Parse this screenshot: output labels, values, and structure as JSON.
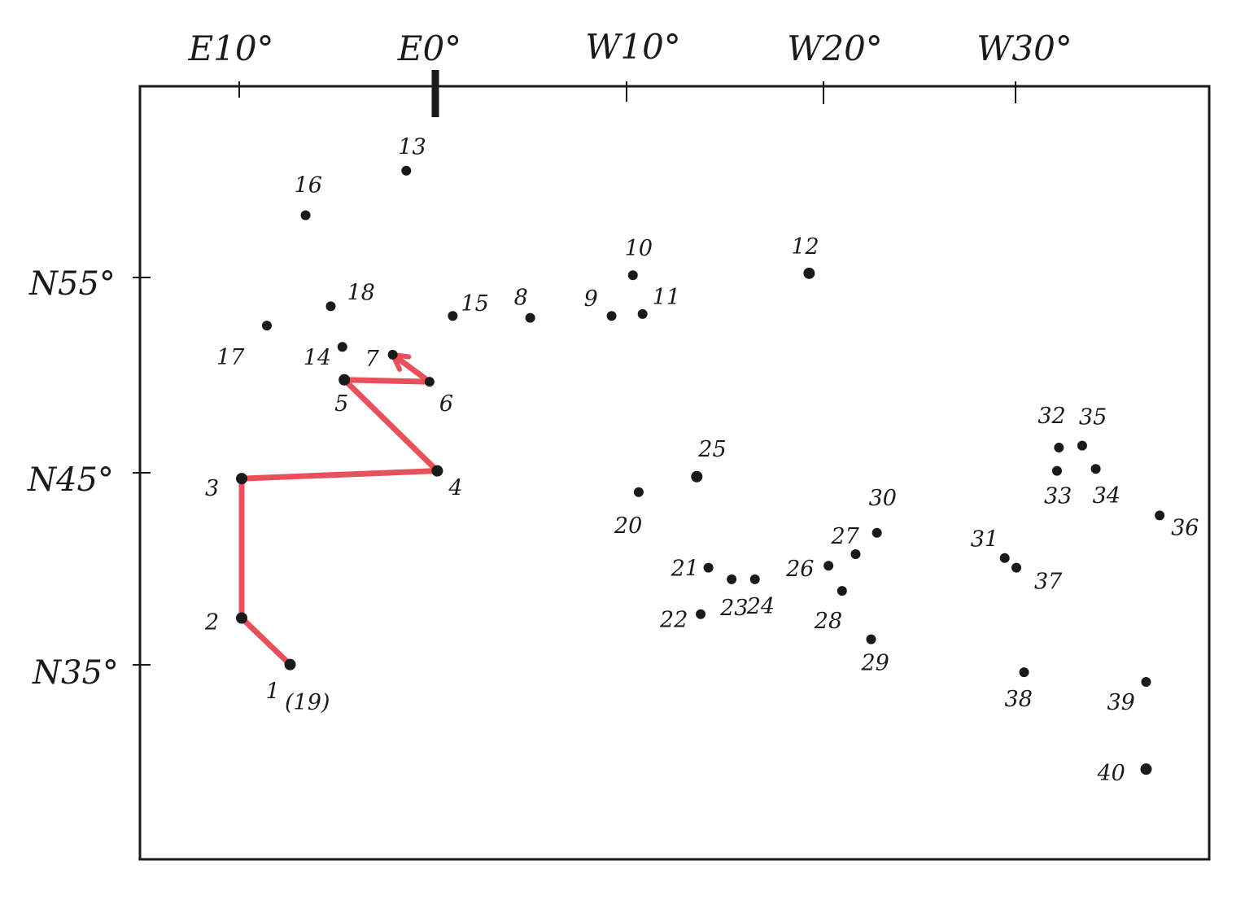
{
  "colors": {
    "ink": "#1a1a1a",
    "route": "#e8505b",
    "paper": "#ffffff"
  },
  "axes": {
    "longitude_labels": [
      "E10°",
      "E0°",
      "W10°",
      "W20°",
      "W30°"
    ],
    "latitude_labels": [
      "N55°",
      "N45°",
      "N35°"
    ]
  },
  "chart_data": {
    "type": "scatter",
    "x_unit": "degrees longitude (east positive)",
    "y_unit": "degrees latitude (north)",
    "xlim": [
      15,
      -40
    ],
    "ylim": [
      25,
      65
    ],
    "grid": false,
    "points": [
      {
        "id": "1",
        "label": "1",
        "lon": 7.5,
        "lat": 35.1
      },
      {
        "id": "2",
        "label": "2",
        "lon": 10.0,
        "lat": 37.5
      },
      {
        "id": "3",
        "label": "3",
        "lon": 10.0,
        "lat": 44.7
      },
      {
        "id": "4",
        "label": "4",
        "lon": -0.1,
        "lat": 45.1
      },
      {
        "id": "5",
        "label": "5",
        "lon": 4.7,
        "lat": 49.8
      },
      {
        "id": "6",
        "label": "6",
        "lon": 0.3,
        "lat": 49.7
      },
      {
        "id": "7",
        "label": "7",
        "lon": 2.2,
        "lat": 51.1
      },
      {
        "id": "8",
        "label": "8",
        "lon": -4.9,
        "lat": 53.0
      },
      {
        "id": "9",
        "label": "9",
        "lon": -9.1,
        "lat": 53.1
      },
      {
        "id": "10",
        "label": "10",
        "lon": -10.2,
        "lat": 55.2
      },
      {
        "id": "11",
        "label": "11",
        "lon": -10.7,
        "lat": 53.2
      },
      {
        "id": "12",
        "label": "12",
        "lon": -19.3,
        "lat": 55.3
      },
      {
        "id": "13",
        "label": "13",
        "lon": 1.5,
        "lat": 60.6
      },
      {
        "id": "14",
        "label": "14",
        "lon": 4.8,
        "lat": 51.5
      },
      {
        "id": "15",
        "label": "15",
        "lon": -0.9,
        "lat": 53.1
      },
      {
        "id": "16",
        "label": "16",
        "lon": 6.7,
        "lat": 58.3
      },
      {
        "id": "17",
        "label": "17",
        "lon": 8.7,
        "lat": 52.6
      },
      {
        "id": "18",
        "label": "18",
        "lon": 5.4,
        "lat": 53.6
      },
      {
        "id": "20",
        "label": "20",
        "lon": -10.5,
        "lat": 44.0
      },
      {
        "id": "21",
        "label": "21",
        "lon": -14.1,
        "lat": 40.1
      },
      {
        "id": "22",
        "label": "22",
        "lon": -13.7,
        "lat": 37.7
      },
      {
        "id": "23",
        "label": "23",
        "lon": -15.3,
        "lat": 39.5
      },
      {
        "id": "24",
        "label": "24",
        "lon": -16.5,
        "lat": 39.5
      },
      {
        "id": "25",
        "label": "25",
        "lon": -13.5,
        "lat": 44.8
      },
      {
        "id": "26",
        "label": "26",
        "lon": -20.3,
        "lat": 40.2
      },
      {
        "id": "27",
        "label": "27",
        "lon": -21.7,
        "lat": 40.8
      },
      {
        "id": "28",
        "label": "28",
        "lon": -21.0,
        "lat": 38.9
      },
      {
        "id": "29",
        "label": "29",
        "lon": -22.5,
        "lat": 36.4
      },
      {
        "id": "30",
        "label": "30",
        "lon": -22.8,
        "lat": 41.9
      },
      {
        "id": "31",
        "label": "31",
        "lon": -29.4,
        "lat": 40.6
      },
      {
        "id": "32",
        "label": "32",
        "lon": -32.2,
        "lat": 46.3
      },
      {
        "id": "33",
        "label": "33",
        "lon": -32.1,
        "lat": 45.1
      },
      {
        "id": "34",
        "label": "34",
        "lon": -34.1,
        "lat": 45.2
      },
      {
        "id": "35",
        "label": "35",
        "lon": -33.4,
        "lat": 46.4
      },
      {
        "id": "36",
        "label": "36",
        "lon": -37.4,
        "lat": 42.8
      },
      {
        "id": "37",
        "label": "37",
        "lon": -30.0,
        "lat": 40.1
      },
      {
        "id": "38",
        "label": "38",
        "lon": -30.4,
        "lat": 34.7
      },
      {
        "id": "39",
        "label": "39",
        "lon": -36.7,
        "lat": 34.2
      },
      {
        "id": "40",
        "label": "40",
        "lon": -36.7,
        "lat": 29.7
      }
    ],
    "route": {
      "points": [
        "1",
        "2",
        "3",
        "4",
        "5",
        "6",
        "7"
      ],
      "arrow_at_end": true
    },
    "annotations": [
      {
        "text": "(19)",
        "near_point": "1"
      }
    ]
  }
}
